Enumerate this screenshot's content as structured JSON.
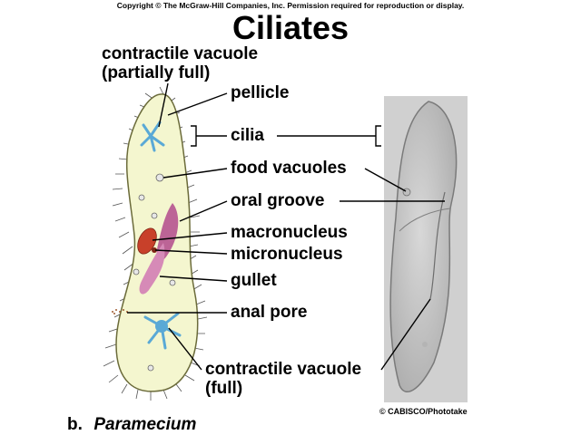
{
  "copyright": "Copyright © The McGraw-Hill Companies, Inc. Permission required for reproduction or display.",
  "title": "Ciliates",
  "labels": {
    "cv_partial_1": "contractile vacuole",
    "cv_partial_2": "(partially full)",
    "pellicle": "pellicle",
    "cilia": "cilia",
    "food_vacuoles": "food vacuoles",
    "oral_groove": "oral groove",
    "macronucleus": "macronucleus",
    "micronucleus": "micronucleus",
    "gullet": "gullet",
    "anal_pore": "anal pore",
    "cv_full_1": "contractile vacuole",
    "cv_full_2": "(full)"
  },
  "photo_credit": "© CABISCO/Phototake",
  "caption": {
    "letter": "b.",
    "name": "Paramecium"
  },
  "colors": {
    "cell_body": "#f4f6cf",
    "vacuole": "#5aa9d6",
    "macronucleus": "#c8402a",
    "oral_groove": "#b24a8c",
    "gullet": "#d68ab7",
    "photo_bg": "#c8c8c8"
  }
}
